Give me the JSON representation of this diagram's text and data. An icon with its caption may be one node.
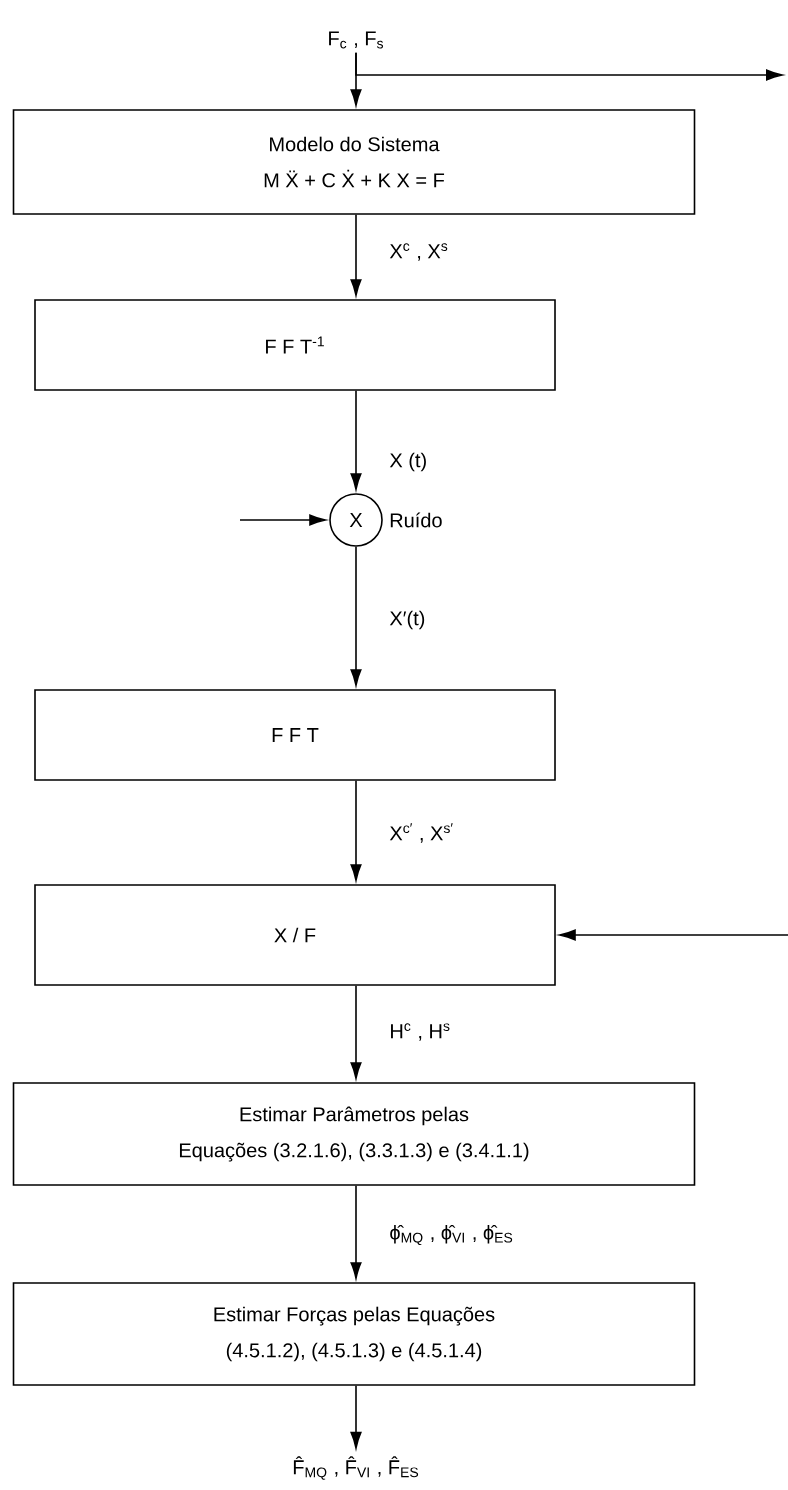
{
  "diagram": {
    "nodes": [
      {
        "text": [
          "F$_{c}$ , F$_{s}$"
        ]
      },
      {
        "text": [
          "Modelo do Sistema",
          "M Ẍ + C Ẋ + K X = F"
        ]
      },
      {
        "text": [
          "F F T$^{-1}$"
        ]
      },
      {
        "text": [
          "X"
        ],
        "beside": [
          "Ruído"
        ]
      },
      {
        "text": [
          "F F T"
        ]
      },
      {
        "text": [
          "X / F"
        ]
      },
      {
        "text": [
          "Estimar Parâmetros pelas",
          "Equações (3.2.1.6), (3.3.1.3) e (3.4.1.1)"
        ]
      },
      {
        "text": [
          "Estimar Forças pelas Equações",
          "(4.5.1.2), (4.5.1.3) e (4.5.1.4)"
        ]
      },
      {
        "text": [
          "F̂$_{MQ}$ , F̂$_{VI}$ , F̂$_{ES}$"
        ]
      }
    ],
    "edges": [
      {
        "from": 0,
        "to": 1,
        "arrow": "to"
      },
      {
        "from": 0,
        "to": null,
        "arrow": "to"
      },
      {
        "from": 1,
        "to": 2,
        "arrow": "to",
        "label": "X$^{c}$ , X$^{s}$"
      },
      {
        "from": 2,
        "to": 3,
        "arrow": "to",
        "label": "X (t)"
      },
      {
        "from": null,
        "to": 3,
        "arrow": "to"
      },
      {
        "from": 3,
        "to": 4,
        "arrow": "to",
        "label": "X′(t)"
      },
      {
        "from": 4,
        "to": 5,
        "arrow": "to",
        "label": "X$^{c′}$ , X$^{s′}$"
      },
      {
        "from": null,
        "to": 5,
        "arrow": "to"
      },
      {
        "from": 5,
        "to": 6,
        "arrow": "to",
        "label": "H$^{c}$ , H$^{s}$"
      },
      {
        "from": 6,
        "to": 7,
        "arrow": "to",
        "label": "ϕ̂$_{MQ}$ , ϕ̂$_{VI}$ , ϕ̂$_{ES}$"
      },
      {
        "from": 7,
        "to": 8,
        "arrow": "to"
      }
    ]
  }
}
